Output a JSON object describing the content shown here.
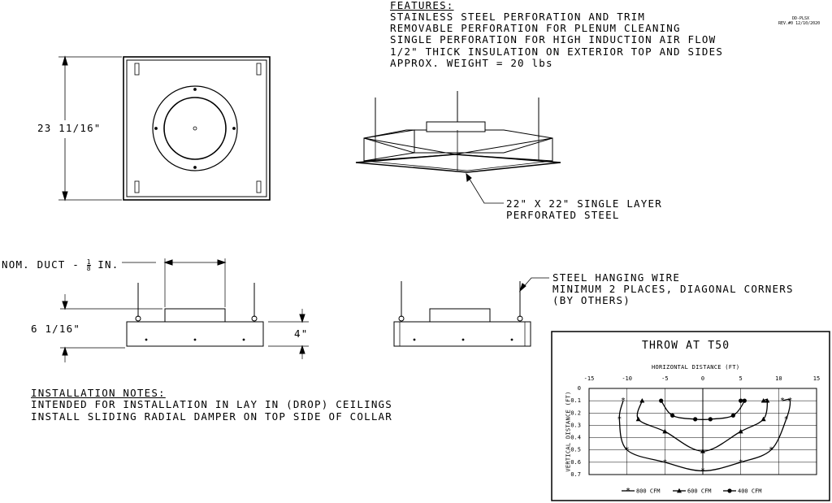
{
  "rev": {
    "code": "DD-PLSX",
    "date": "REV.#0 12/10/2020"
  },
  "features": {
    "heading": "FEATURES:",
    "lines": [
      "STAINLESS STEEL PERFORATION AND TRIM",
      "REMOVABLE PERFORATION FOR PLENUM CLEANING",
      "SINGLE PERFORATION FOR HIGH INDUCTION AIR FLOW",
      "1/2\" THICK INSULATION ON EXTERIOR TOP AND SIDES",
      "APPROX. WEIGHT = 20 lbs"
    ]
  },
  "dims": {
    "overall": "23 11/16\"",
    "height": "6 1/16\"",
    "depth": "4\"",
    "duct_prefix": "NOM. DUCT - ",
    "duct_num": "1",
    "duct_den": "8",
    "duct_suffix": " IN."
  },
  "callouts": {
    "perforation": [
      "22\" X 22\" SINGLE LAYER",
      "PERFORATED STEEL"
    ],
    "wire": [
      "STEEL HANGING WIRE",
      "MINIMUM 2 PLACES, DIAGONAL CORNERS",
      "(BY OTHERS)"
    ]
  },
  "installation": {
    "heading": "INSTALLATION NOTES:",
    "lines": [
      "INTENDED FOR INSTALLATION IN LAY IN (DROP) CEILINGS",
      "INSTALL SLIDING RADIAL DAMPER ON TOP SIDE OF COLLAR"
    ]
  },
  "chart_data": {
    "type": "line",
    "title": "THROW AT T50",
    "xlabel": "HORIZONTAL DISTANCE (FT)",
    "ylabel": "VERTICAL DISTANCE (FT)",
    "xlim": [
      -15,
      15
    ],
    "ylim": [
      0,
      0.7
    ],
    "x_ticks": [
      -15,
      -10,
      -5,
      0,
      5,
      10,
      15
    ],
    "y_ticks": [
      0,
      0.1,
      0.2,
      0.3,
      0.4,
      0.5,
      0.6,
      0.7
    ],
    "y_tick_labels": [
      "0",
      "0.1",
      "0.2",
      "0.3",
      "0.4",
      "0.5",
      "0.6",
      "0.7"
    ],
    "grid": true,
    "legend": "bottom",
    "series": [
      {
        "name": "800 CFM",
        "marker": "star",
        "x": [
          -10.5,
          -11,
          -10,
          -5,
          0,
          5,
          9,
          11,
          11.5,
          10.5
        ],
        "y": [
          0.1,
          0.25,
          0.5,
          0.6,
          0.67,
          0.6,
          0.5,
          0.25,
          0.1,
          0.1
        ]
      },
      {
        "name": "600 CFM",
        "marker": "triangle",
        "x": [
          -8,
          -8.5,
          -5,
          0,
          5,
          8,
          8.5,
          8
        ],
        "y": [
          0.1,
          0.25,
          0.35,
          0.51,
          0.35,
          0.25,
          0.1,
          0.1
        ]
      },
      {
        "name": "400 CFM",
        "marker": "circle",
        "x": [
          -5.5,
          -4,
          -1,
          1,
          4,
          5.5,
          5
        ],
        "y": [
          0.1,
          0.22,
          0.25,
          0.25,
          0.22,
          0.1,
          0.1
        ]
      }
    ]
  }
}
